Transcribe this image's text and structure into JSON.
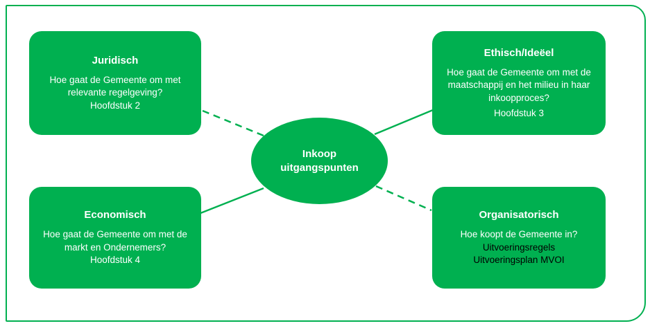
{
  "colors": {
    "accent_green": "#00B050",
    "box_text": "#FFFFFF",
    "dark_text": "#000000",
    "background": "#FFFFFF"
  },
  "center": {
    "lines": [
      "Inkoop",
      "uitgangspunten"
    ]
  },
  "boxes": [
    {
      "id": "juridisch",
      "title": "Juridisch",
      "lines": [
        "Hoe gaat de Gemeente om met",
        "relevante regelgeving?",
        "Hoofdstuk 2"
      ]
    },
    {
      "id": "ethisch",
      "title": "Ethisch/Ideëel",
      "lines": [
        "Hoe gaat de Gemeente om met de",
        "maatschappij en het milieu in haar",
        "inkoopproces?",
        "Hoofdstuk 3"
      ]
    },
    {
      "id": "economisch",
      "title": "Economisch",
      "lines": [
        "Hoe gaat de Gemeente om met de",
        "markt en Ondernemers?",
        "Hoofdstuk 4"
      ]
    },
    {
      "id": "organisatorisch",
      "title": "Organisatorisch",
      "lines": [
        "Hoe koopt de Gemeente in?",
        "Uitvoeringsregels",
        "Uitvoeringsplan MVOI"
      ]
    }
  ],
  "connectors": [
    {
      "from": "juridisch",
      "to": "center",
      "style": "dashed"
    },
    {
      "from": "ethisch",
      "to": "center",
      "style": "solid"
    },
    {
      "from": "economisch",
      "to": "center",
      "style": "solid"
    },
    {
      "from": "organisatorisch",
      "to": "center",
      "style": "dashed"
    }
  ]
}
